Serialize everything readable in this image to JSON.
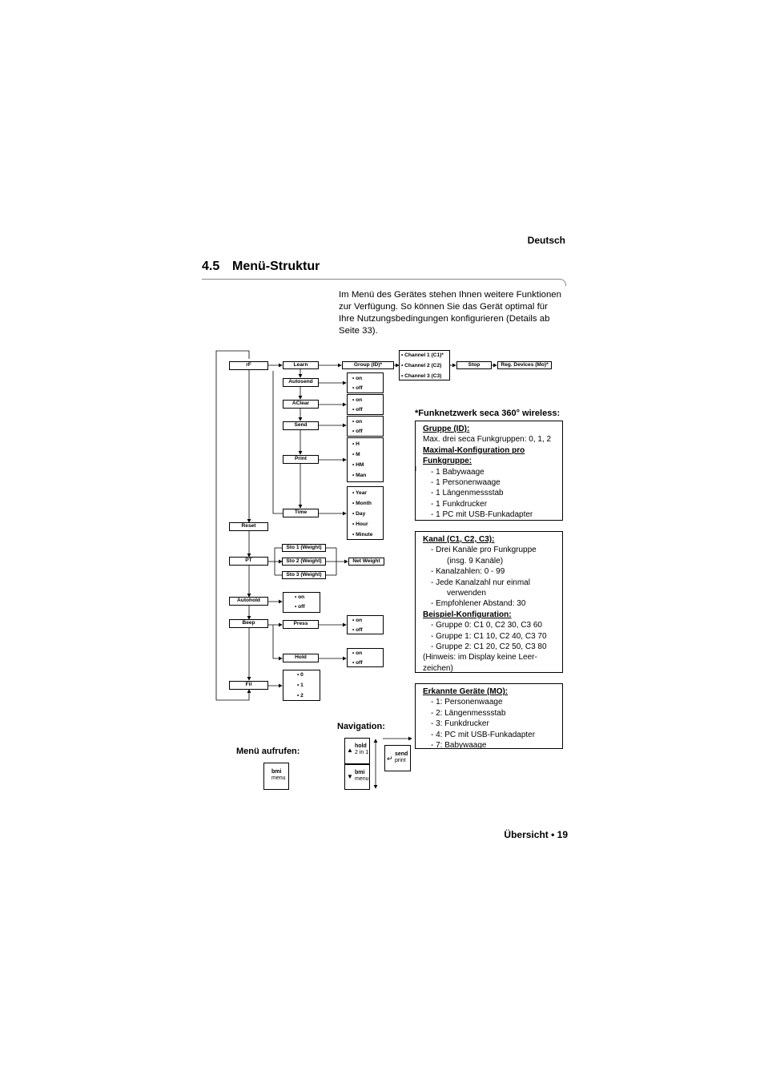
{
  "header": {
    "language": "Deutsch"
  },
  "section": {
    "number": "4.5",
    "title": "Menü-Struktur"
  },
  "intro_lines": [
    "Im Menü des Gerätes stehen Ihnen weitere Funktionen",
    "zur Verfügung. So können Sie das Gerät optimal für",
    "Ihre Nutzungsbedingungen konfigurieren (Details ab",
    "Seite 33)."
  ],
  "menu": {
    "main_items": [
      "rF",
      "Reset",
      "PT",
      "Autohold",
      "Beep",
      "Fil"
    ],
    "rf_items": [
      "Learn",
      "Autosend",
      "AClear",
      "Send",
      "Print",
      "Time"
    ],
    "group_id": "Group (ID)*",
    "channels": [
      "• Channel 1 (C1)*",
      "• Channel 2 (C2)",
      "• Channel 3 (C3)"
    ],
    "stop": "Stop",
    "reg_devices": "Reg. Devices (Mo)*",
    "on": "• on",
    "off": "• off",
    "print_options": [
      "• H",
      "• M",
      "• HM",
      "• Man"
    ],
    "time_options": [
      "• Year",
      "• Month",
      "• Day",
      "• Hour",
      "• Minute"
    ],
    "sto_items": [
      "Sto 1 (Weight)",
      "Sto 2 (Weight)",
      "Sto 3 (Weight)"
    ],
    "net_weight": "Net Weight",
    "press": "Press",
    "hold": "Hold",
    "fil_options": [
      "• 0",
      "• 1",
      "• 2"
    ]
  },
  "wireless": {
    "title": "*Funknetzwerk seca 360° wireless:",
    "box1": {
      "gruppe_title": "Gruppe (ID):",
      "gruppe_text": "Max. drei seca Funkgruppen: 0, 1, 2",
      "max_title_1": "Maximal-Konfiguration pro",
      "max_title_2": "Funkgruppe:",
      "items": [
        "-  1 Babywaage",
        "-  1 Personenwaage",
        "-  1 Längenmessstab",
        "-  1 Funkdrucker",
        "-  1 PC mit USB-Funkadapter"
      ]
    },
    "box2": {
      "kanal_title": "Kanal (C1, C2, C3):",
      "kanal_lines": [
        "-  Drei Kanäle pro Funkgruppe",
        "(insg. 9 Kanäle)",
        "-  Kanalzahlen: 0 - 99",
        "-  Jede Kanalzahl nur einmal",
        "verwenden",
        "-  Empfohlener Abstand: 30"
      ],
      "beispiel_title": "Beispiel-Konfiguration:",
      "beispiel_items": [
        "-  Gruppe 0: C1 0, C2 30, C3 60",
        "-  Gruppe 1: C1 10, C2 40, C3 70",
        "-  Gruppe 2: C1 20, C2 50, C3 80"
      ],
      "hint_1": "(Hinweis: im Display keine Leer-",
      "hint_2": "zeichen)"
    },
    "box3": {
      "title": "Erkannte Geräte (MO):",
      "items": [
        "-  1: Personenwaage",
        "-  2: Längenmessstab",
        "-  3: Funkdrucker",
        "-  4: PC mit USB-Funkadapter",
        "-  7: Babywaage"
      ]
    }
  },
  "controls": {
    "menu_label": "Menü aufrufen:",
    "nav_label": "Navigation:",
    "key_bmi": "bmi",
    "key_menu": "menu",
    "key_hold": "hold",
    "key_2in1": "2 in 1",
    "key_send": "send",
    "key_print": "print"
  },
  "footer": {
    "text": "Übersicht • 19"
  }
}
